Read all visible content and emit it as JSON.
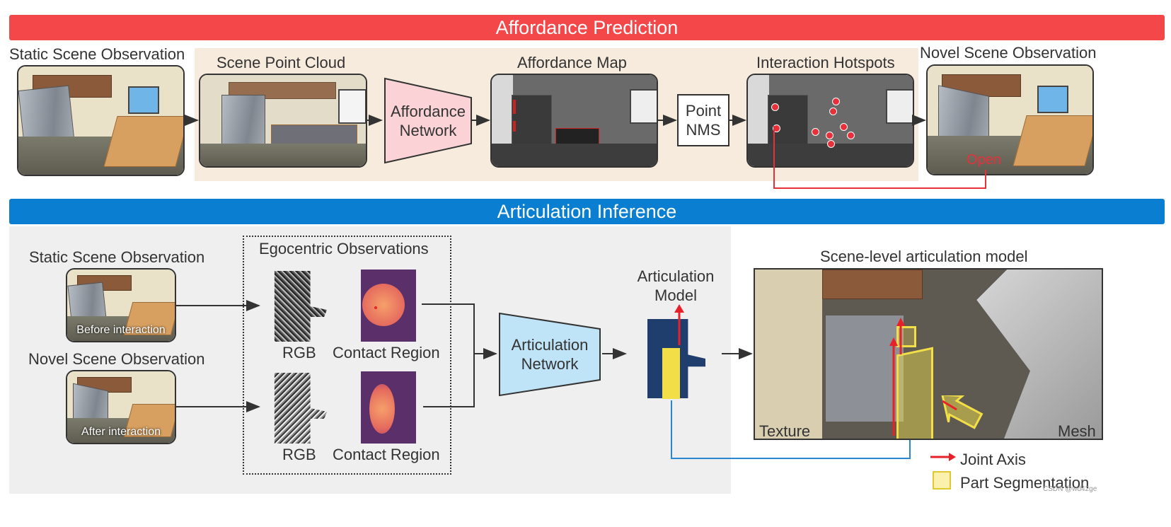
{
  "banners": {
    "affordance_prediction": "Affordance Prediction",
    "articulation_inference": "Articulation Inference"
  },
  "top": {
    "static_scene": "Static Scene Observation",
    "scene_point_cloud": "Scene Point Cloud",
    "affordance_network": "Affordance\nNetwork",
    "affordance_map": "Affordance Map",
    "point_nms": "Point\nNMS",
    "interaction_hotspots": "Interaction Hotspots",
    "novel_scene": "Novel Scene Observation",
    "open": "Open"
  },
  "bottom": {
    "static_scene": "Static Scene Observation",
    "before_interaction": "Before interaction",
    "novel_scene": "Novel Scene Observation",
    "after_interaction": "After interaction",
    "egocentric": "Egocentric Observations",
    "rgb_1": "RGB",
    "contact_1": "Contact Region",
    "rgb_2": "RGB",
    "contact_2": "Contact Region",
    "articulation_network": "Articulation\nNetwork",
    "articulation_model": "Articulation\nModel",
    "scene_level_model": "Scene-level articulation model",
    "texture": "Texture",
    "mesh": "Mesh",
    "legend_joint_axis": "Joint Axis",
    "legend_part_segmentation": "Part Segmentation"
  },
  "watermark": "CSDN @wd42ge",
  "colors": {
    "affordance_banner": "#f4474a",
    "articulation_banner": "#0a7fd1",
    "top_band": "#f6ebdd",
    "bottom_band": "#efefef",
    "affordance_network_fill": "#fbd3d6",
    "affordance_network_stroke": "#333333",
    "articulation_network_fill": "#bfe3f7",
    "joint_axis": "#e8202a",
    "part_segmentation": "#f2df48",
    "feedback_red": "#e8303a",
    "feedback_blue": "#2a86d0"
  },
  "icons": {
    "joint_axis_legend": "red-arrow-icon",
    "part_segmentation_legend": "yellow-square-icon"
  }
}
